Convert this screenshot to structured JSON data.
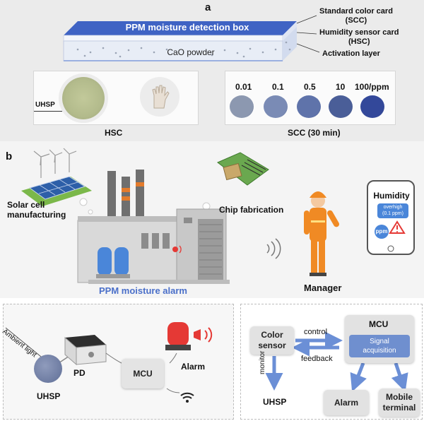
{
  "panel_a": {
    "letter": "a",
    "box_title": "PPM moisture detection box",
    "powder_label": "CaO powder",
    "annotations": [
      "Standard color card\n(SCC)",
      "Humidity sensor card\n(HSC)",
      "Activation layer"
    ],
    "hsc_sample_label": "UHSP",
    "hsc_caption": "HSC",
    "scc_levels": [
      "0.01",
      "0.1",
      "0.5",
      "10",
      "100/ppm"
    ],
    "scc_colors": [
      "#8c98b0",
      "#7a8bb5",
      "#5f73aa",
      "#4a5e98",
      "#33489a"
    ],
    "scc_caption": "SCC  (30 min)"
  },
  "panel_b": {
    "letter": "b",
    "solar_label": "Solar cell\nmanufacturing",
    "chip_label": "Chip fabrication",
    "factory_caption": "PPM moisture alarm",
    "manager_label": "Manager",
    "phone_title": "Humidity",
    "phone_alert": "overhigh\n(0.1 ppm)",
    "phone_badge": "ppm"
  },
  "panel_c": {
    "ambient_label": "Ambient light",
    "pd_label": "PD",
    "uhsp_label": "UHSP",
    "mcu_label": "MCU",
    "alarm_label": "Alarm"
  },
  "panel_d": {
    "color_sensor": "Color\nsensor",
    "control_label": "control",
    "feedback_label": "feedback",
    "monitor_label": "monitor",
    "mcu_title": "MCU",
    "signal_label": "Signal\nacquisition",
    "uhsp_label": "UHSP",
    "alarm_label": "Alarm",
    "mobile_label": "Mobile\nterminal"
  },
  "colors": {
    "box_blue": "#3f63c4",
    "arrow_blue": "#6b8fd6",
    "manager_orange": "#f08a24",
    "caption_blue": "#4a6fc9"
  }
}
